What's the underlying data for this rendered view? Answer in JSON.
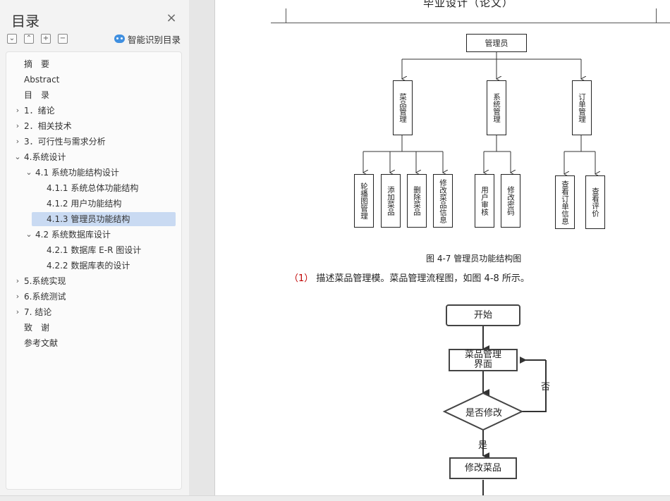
{
  "sidebar": {
    "title": "目录",
    "close_icon": "close-icon",
    "tools": {
      "collapse_all": "⌄",
      "expand_one": "⌃",
      "add": "+",
      "remove": "−"
    },
    "smart_toc_label": "智能识别目录",
    "items": [
      {
        "label": "摘　要",
        "level": 0,
        "arrow": ""
      },
      {
        "label": "Abstract",
        "level": 0,
        "arrow": ""
      },
      {
        "label": "目　录",
        "level": 0,
        "arrow": ""
      },
      {
        "label": "1．绪论",
        "level": 0,
        "arrow": "›"
      },
      {
        "label": "2．相关技术",
        "level": 0,
        "arrow": "›"
      },
      {
        "label": "3．可行性与需求分析",
        "level": 0,
        "arrow": "›"
      },
      {
        "label": "4.系统设计",
        "level": 0,
        "arrow": "⌄"
      },
      {
        "label": "4.1 系统功能结构设计",
        "level": 1,
        "arrow": "⌄"
      },
      {
        "label": "4.1.1  系统总体功能结构",
        "level": 2,
        "arrow": ""
      },
      {
        "label": "4.1.2  用户功能结构",
        "level": 2,
        "arrow": ""
      },
      {
        "label": "4.1.3  管理员功能结构",
        "level": 2,
        "arrow": "",
        "selected": true
      },
      {
        "label": "4.2  系统数据库设计",
        "level": 1,
        "arrow": "⌄"
      },
      {
        "label": "4.2.1  数据库 E-R 图设计",
        "level": 2,
        "arrow": ""
      },
      {
        "label": "4.2.2  数据库表的设计",
        "level": 2,
        "arrow": ""
      },
      {
        "label": "5.系统实现",
        "level": 0,
        "arrow": "›"
      },
      {
        "label": "6.系统测试",
        "level": 0,
        "arrow": "›"
      },
      {
        "label": "7. 结论",
        "level": 0,
        "arrow": "›"
      },
      {
        "label": "致　谢",
        "level": 0,
        "arrow": ""
      },
      {
        "label": "参考文献",
        "level": 0,
        "arrow": ""
      }
    ]
  },
  "document": {
    "header": "毕业设计（论文）",
    "org_chart": {
      "root": "管理员",
      "branches": [
        {
          "label": "菜品管理",
          "children": [
            "轮播图管理",
            "添加菜品",
            "删除菜品",
            "修改菜品信息"
          ]
        },
        {
          "label": "系统管理",
          "children": [
            "用户审核",
            "修改密码"
          ]
        },
        {
          "label": "订单管理",
          "children": [
            "查看订单信息",
            "查看评价"
          ]
        }
      ]
    },
    "figure_caption": "图 4-7  管理员功能结构图",
    "paragraph_num": "（1）",
    "paragraph_text": " 描述菜品管理模。菜品管理流程图，如图 4-8 所示。",
    "flowchart": {
      "start": "开始",
      "page": "菜品管理\n界面",
      "decision": "是否修改",
      "no_label": "否",
      "yes_label": "是",
      "action": "修改菜品"
    }
  }
}
